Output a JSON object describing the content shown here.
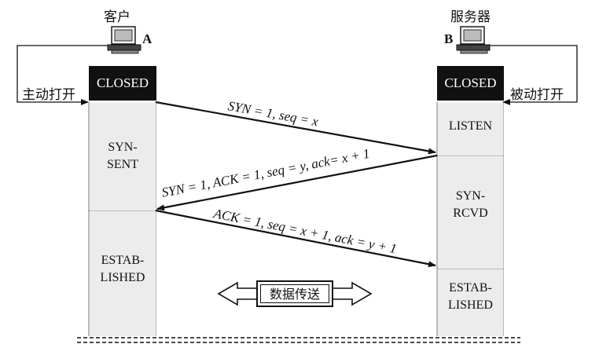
{
  "client": {
    "label": "客户",
    "letter": "A",
    "action": "主动打开"
  },
  "server": {
    "label": "服务器",
    "letter": "B",
    "action": "被动打开"
  },
  "client_states": {
    "closed": "CLOSED",
    "syn_sent": "SYN-\nSENT",
    "established": "ESTAB-\nLISHED"
  },
  "server_states": {
    "closed": "CLOSED",
    "listen": "LISTEN",
    "syn_rcvd": "SYN-\nRCVD",
    "established": "ESTAB-\nLISHED"
  },
  "messages": {
    "syn": "SYN = 1, seq = x",
    "syn_ack": "SYN = 1, ACK = 1, seq = y, ack= x + 1",
    "ack": "ACK = 1, seq = x + 1, ack = y + 1"
  },
  "data_transfer": "数据传送",
  "icons": {
    "client_computer": "computer-icon",
    "server_computer": "computer-icon"
  }
}
